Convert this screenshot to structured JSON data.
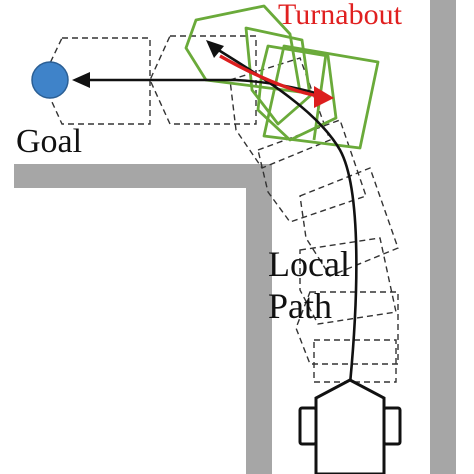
{
  "labels": {
    "goal": "Goal",
    "turnabout": "Turnabout",
    "local_line1": "Local",
    "local_line2": "Path"
  },
  "colors": {
    "wall": "#a6a6a6",
    "goal_fill": "#3f83c9",
    "goal_stroke": "#2b5f95",
    "turnabout": "#e02020",
    "turnabout_arrow": "#dc1e1e",
    "footprint_green": "#6aaa3a",
    "dashed": "#333333",
    "ink": "#111111"
  }
}
